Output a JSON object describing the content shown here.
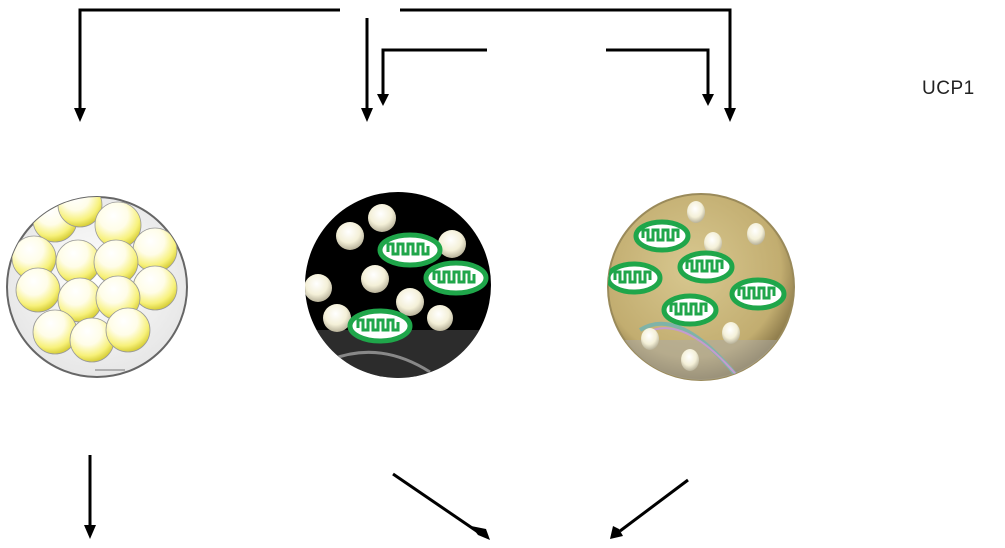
{
  "diagram": {
    "labels": {
      "ucp1": "UCP1"
    },
    "cells": [
      {
        "kind": "white-adipocyte",
        "icon": "white-fat-cell-icon"
      },
      {
        "kind": "beige-adipocyte",
        "icon": "beige-fat-cell-icon"
      },
      {
        "kind": "brown-adipocyte",
        "icon": "brown-fat-cell-icon"
      }
    ],
    "colors": {
      "line": "#000000",
      "lipid_highlight": "#fffdf0",
      "lipid_yellow": "#f5ef6a",
      "mitochondria": "#1fa64a",
      "beige_background": "#000000",
      "brown_cytoplasm": "#c8b57a"
    }
  }
}
